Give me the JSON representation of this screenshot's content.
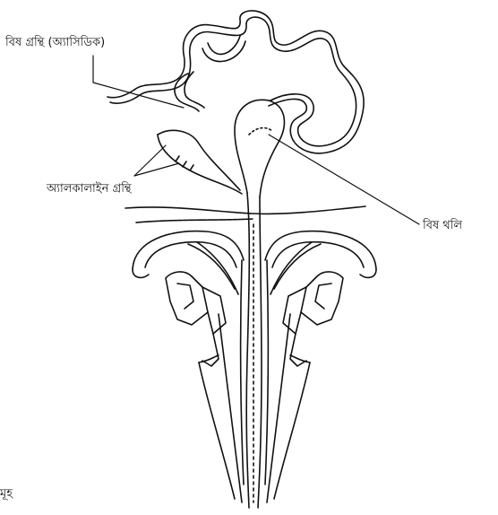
{
  "labels": {
    "acid_gland": "বিষ গ্রন্থি (অ্যাসিডিক)",
    "alkaline_gland": "অ্যালকালাইন গ্রন্থি",
    "venom_sac": "বিষ থলি",
    "bottom_fragment": "মূহ"
  },
  "colors": {
    "ink": "#111111",
    "background": "#ffffff"
  }
}
